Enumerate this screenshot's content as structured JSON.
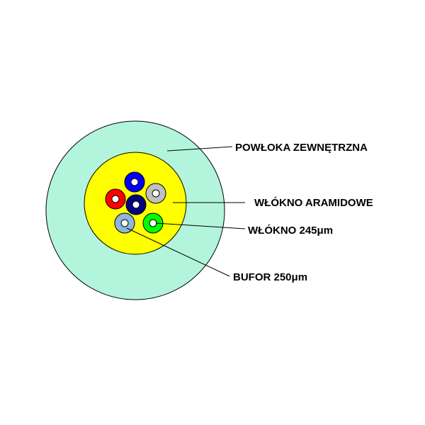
{
  "labels": {
    "outer_jacket": "POWŁOKA ZEWNĘTRZNA",
    "aramid_fiber": "WŁÓKNO ARAMIDOWE",
    "fiber": "WŁÓKNO 245μm",
    "buffer": "BUFOR 250μm"
  },
  "colors": {
    "outer_jacket": "#b3f5dc",
    "aramid_layer": "#ffff00",
    "fiber_core": "#ffffff",
    "outline": "#000000",
    "fibers": [
      "#0000ff",
      "#ff0000",
      "#c0c0c0",
      "#000080",
      "#8fb4e0",
      "#00ff00"
    ]
  }
}
